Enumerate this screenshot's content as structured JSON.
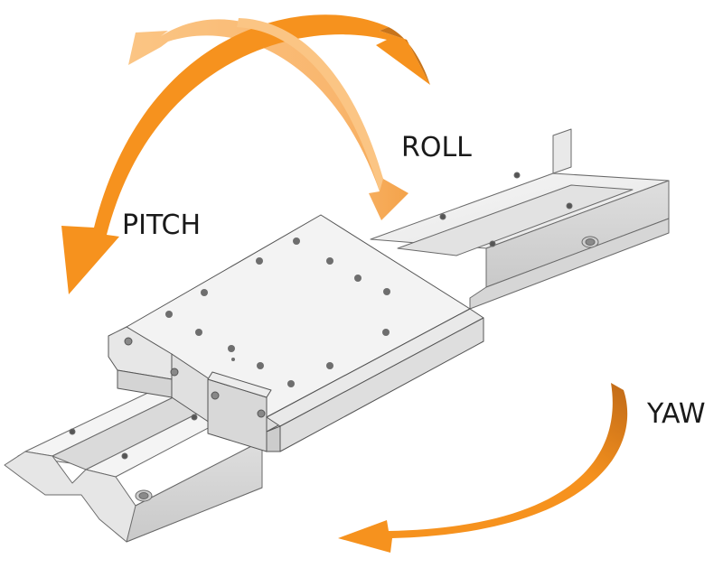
{
  "labels": {
    "roll": "ROLL",
    "pitch": "PITCH",
    "yaw": "YAW"
  },
  "colors": {
    "pitch_arrow": "#f6921e",
    "roll_arrow": "#fbc180",
    "roll_arrow_tip": "#c87519",
    "yaw_arrow": "#f6921e",
    "yaw_arrow_dark": "#b9651a",
    "rail": "#ececec",
    "carriage": "#f2f2f2",
    "outline": "#555555"
  },
  "icons": {
    "pitch": "curved-arrow-pitch-icon",
    "roll": "curved-arrow-roll-icon",
    "yaw": "curved-arrow-yaw-icon"
  }
}
